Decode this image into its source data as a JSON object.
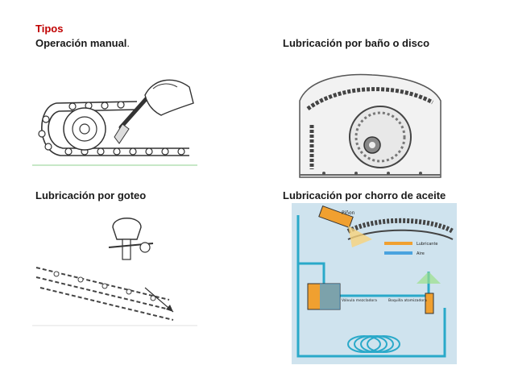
{
  "title": "Tipos",
  "items": [
    {
      "label": "Operación manual",
      "suffix": "."
    },
    {
      "label": "Lubricación por baño o disco"
    },
    {
      "label": "Lubricación por goteo"
    },
    {
      "label": "Lubricación por chorro de aceite"
    }
  ],
  "diagram": {
    "pinion": "Piñon",
    "lubricante": "Lubricante",
    "aire": "Aire",
    "valvula": "Válvula mezcladora",
    "boquilla": "Boquilla atomizadora"
  },
  "colors": {
    "title": "#c00000",
    "oil": "#f0a030",
    "air": "#4aa3df",
    "pipe": "#2aa9c9",
    "panel": "#cfe3ee"
  }
}
